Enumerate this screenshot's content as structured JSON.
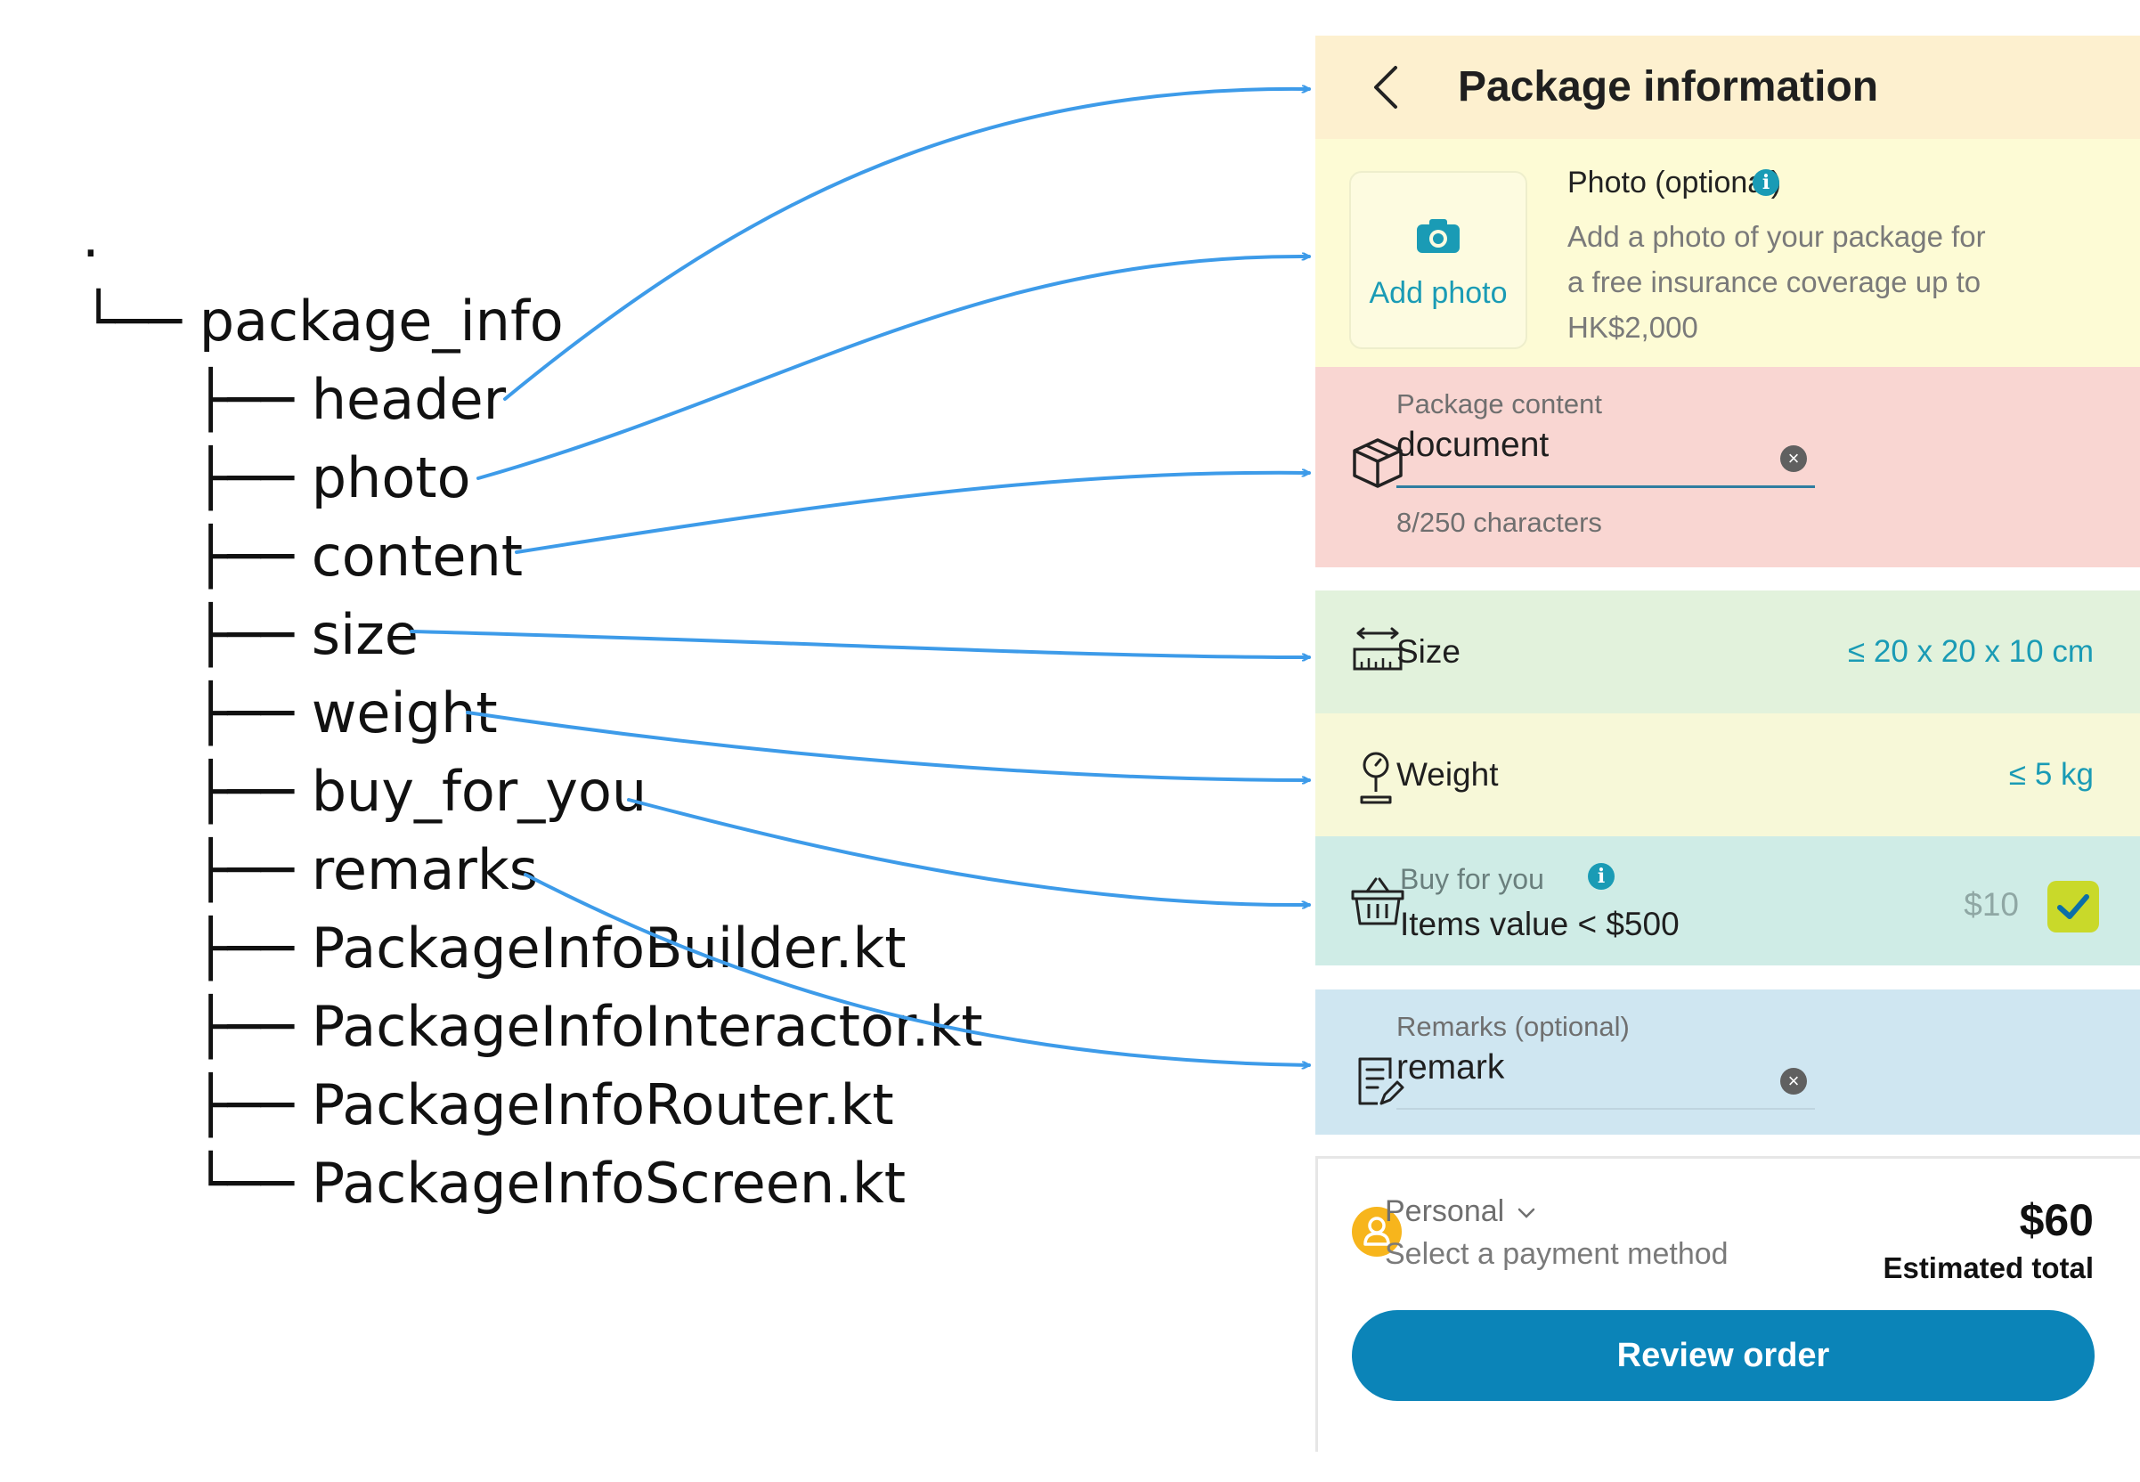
{
  "tree": {
    "root_dot": ".",
    "root_prefix": "└──",
    "root": "package_info",
    "items": [
      {
        "prefix": "├──",
        "label": "header"
      },
      {
        "prefix": "├──",
        "label": "photo"
      },
      {
        "prefix": "├──",
        "label": "content"
      },
      {
        "prefix": "├──",
        "label": "size"
      },
      {
        "prefix": "├──",
        "label": "weight"
      },
      {
        "prefix": "├──",
        "label": "buy_for_you"
      },
      {
        "prefix": "├──",
        "label": "remarks"
      },
      {
        "prefix": "├──",
        "label": "PackageInfoBuilder.kt"
      },
      {
        "prefix": "├──",
        "label": "PackageInfoInteractor.kt"
      },
      {
        "prefix": "├──",
        "label": "PackageInfoRouter.kt"
      },
      {
        "prefix": "└──",
        "label": "PackageInfoScreen.kt"
      }
    ]
  },
  "screen": {
    "header": {
      "title": "Package information",
      "back_icon": "chevron-left-icon"
    },
    "photo": {
      "button_label": "Add photo",
      "title": "Photo (optional)",
      "info_icon": "info-icon",
      "desc_lines": [
        "Add a photo of your package for",
        "a free insurance coverage up to",
        "HK$2,000"
      ]
    },
    "content": {
      "label": "Package content",
      "value": "document",
      "counter": "8/250 characters",
      "icon": "box-icon"
    },
    "size": {
      "label": "Size",
      "value": "≤ 20 x 20 x 10 cm",
      "icon": "ruler-icon"
    },
    "weight": {
      "label": "Weight",
      "value": "≤ 5 kg",
      "icon": "scale-icon"
    },
    "buy_for_you": {
      "label": "Buy for you",
      "sublabel": "Items value < $500",
      "price": "$10",
      "checked": true,
      "icon": "basket-icon"
    },
    "remarks": {
      "label": "Remarks (optional)",
      "value": "remark",
      "icon": "note-icon"
    },
    "footer": {
      "account": "Personal",
      "payment_hint": "Select a payment method",
      "total": "$60",
      "total_label": "Estimated total",
      "button": "Review order"
    }
  },
  "colors": {
    "arrow": "#3d9be9",
    "accent": "#1a9bb5",
    "button": "#0b84b8",
    "header_bg": "#fdf0cf",
    "photo_bg": "#fdfbd5",
    "content_bg": "#f9d6d2",
    "size_bg": "#e2f2dc",
    "weight_bg": "#f7f8d8",
    "buy_bg": "#cfece6",
    "remarks_bg": "#cfe6f1"
  }
}
